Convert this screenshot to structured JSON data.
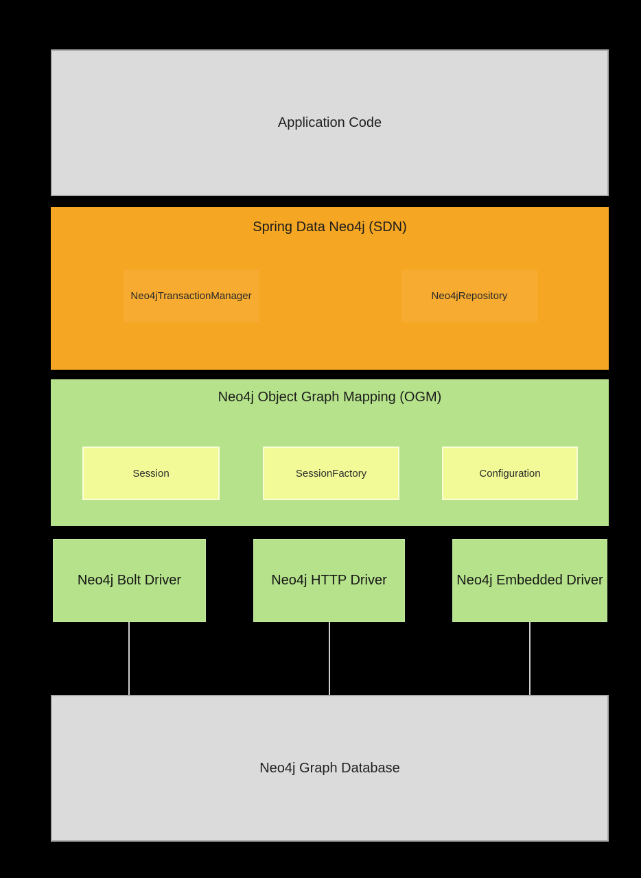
{
  "diagram": {
    "background_color": "#000000",
    "layers": {
      "application": {
        "label": "Application Code",
        "fill": "#dbdbdb"
      },
      "sdn": {
        "title": "Spring Data Neo4j (SDN)",
        "fill": "#f5a623",
        "components": [
          {
            "label": "Neo4jTransactionManager"
          },
          {
            "label": "Neo4jRepository"
          }
        ]
      },
      "ogm": {
        "title": "Neo4j Object Graph Mapping (OGM)",
        "fill": "#b5e28a",
        "component_fill": "#f1fa97",
        "components": [
          {
            "label": "Session"
          },
          {
            "label": "SessionFactory"
          },
          {
            "label": "Configuration"
          }
        ]
      },
      "drivers": {
        "fill": "#b5e28a",
        "items": [
          {
            "label": "Neo4j Bolt Driver"
          },
          {
            "label": "Neo4j HTTP Driver"
          },
          {
            "label": "Neo4j Embedded Driver"
          }
        ]
      },
      "database": {
        "label": "Neo4j Graph Database",
        "fill": "#dbdbdb"
      }
    }
  }
}
